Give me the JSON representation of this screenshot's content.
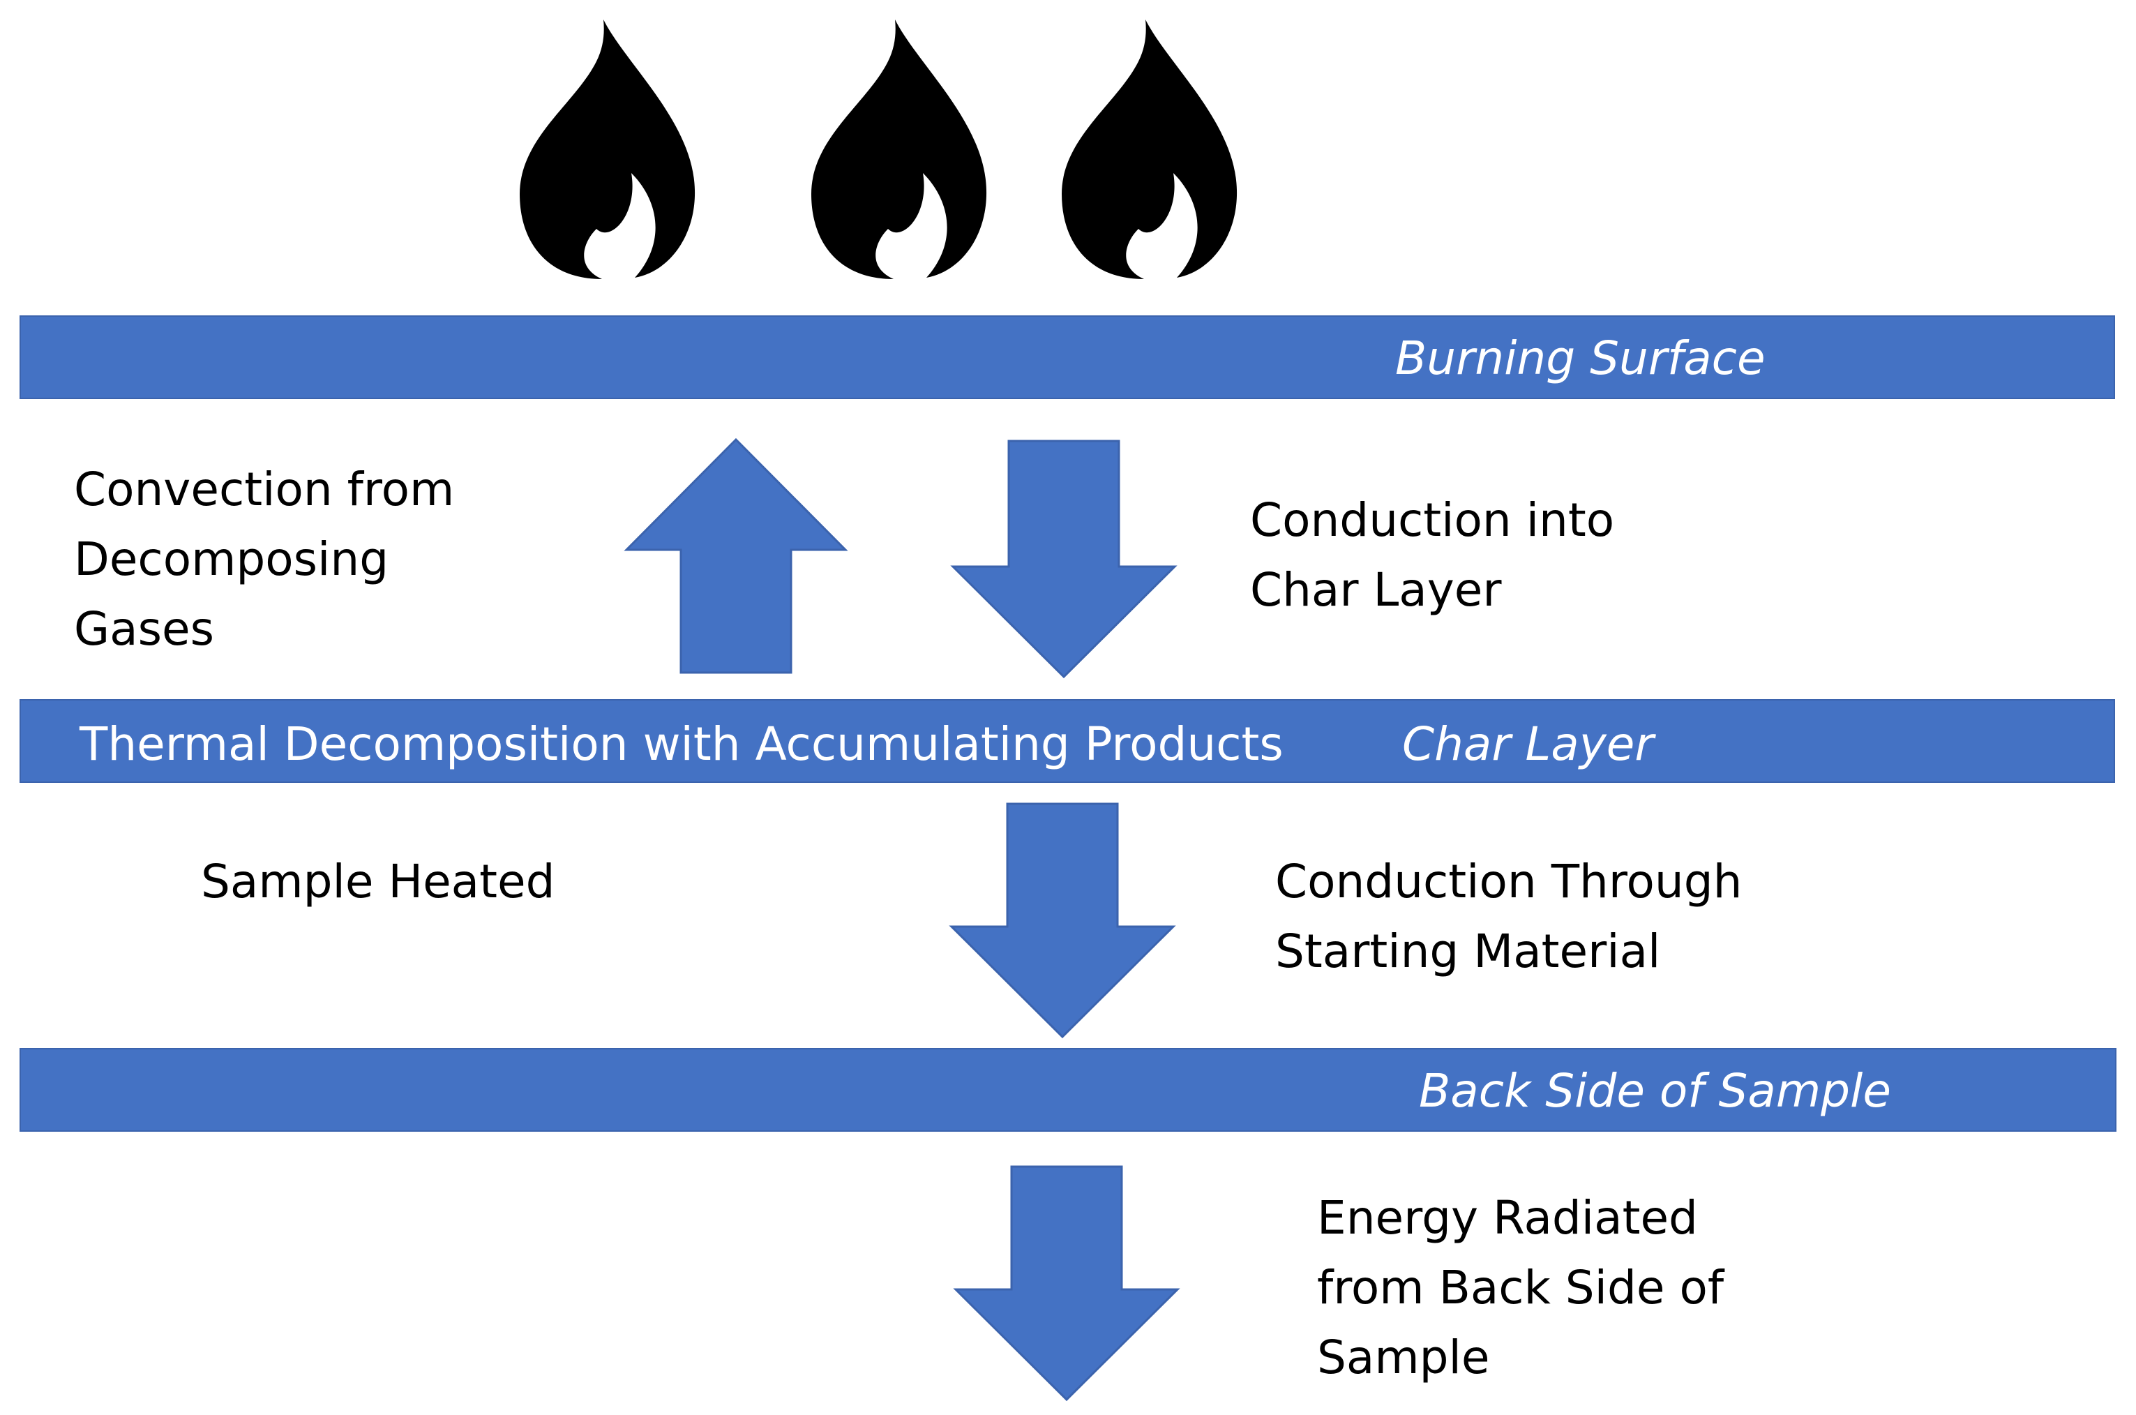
{
  "colors": {
    "band": "#4472C4",
    "arrow": "#4472C4",
    "flame": "#000000",
    "band_text": "#FFFFFF",
    "caption_text": "#000000"
  },
  "icons": [
    "flame-icon",
    "flame-icon",
    "flame-icon"
  ],
  "bands": {
    "burning_surface": "Burning Surface",
    "char_layer": "Char Layer",
    "char_layer_process": "Thermal Decomposition with Accumulating Products",
    "back_side": "Back Side of Sample"
  },
  "captions": {
    "convection": [
      "Convection from",
      "Decomposing",
      "Gases"
    ],
    "conduction_char": [
      "Conduction into",
      "Char Layer"
    ],
    "sample_heated": [
      "Sample Heated"
    ],
    "conduction_through": [
      "Conduction Through",
      "Starting Material"
    ],
    "energy_radiated": [
      "Energy Radiated",
      "from Back Side of",
      "Sample"
    ]
  }
}
